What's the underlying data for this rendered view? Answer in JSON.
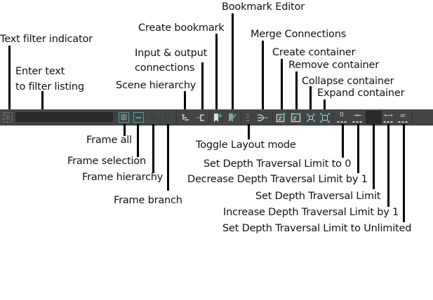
{
  "toolbar": {
    "filter_indicator_icon": "text-filter-indicator-icon",
    "filter_input": {
      "value": "",
      "placeholder": ""
    },
    "buttons": {
      "frame_all": {
        "icon": "frame-all-icon",
        "tooltip": "Frame all"
      },
      "frame_selection": {
        "icon": "frame-selection-icon",
        "tooltip": "Frame selection"
      },
      "frame_hierarchy": {
        "icon": "frame-hierarchy-icon",
        "tooltip": "Frame hierarchy"
      },
      "frame_branch": {
        "icon": "frame-branch-icon",
        "tooltip": "Frame branch"
      },
      "scene_hierarchy": {
        "icon": "scene-hierarchy-icon",
        "tooltip": "Scene hierarchy"
      },
      "input_output": {
        "icon": "input-output-connections-icon",
        "tooltip": "Input & output connections"
      },
      "create_bookmark": {
        "icon": "create-bookmark-icon",
        "tooltip": "Create bookmark"
      },
      "bookmark_editor": {
        "icon": "bookmark-editor-icon",
        "tooltip": "Bookmark Editor"
      },
      "toggle_layout": {
        "icon": "toggle-layout-icon",
        "tooltip": "Toggle Layout mode"
      },
      "merge_connections": {
        "icon": "merge-connections-icon",
        "tooltip": "Merge Connections"
      },
      "create_container": {
        "icon": "create-container-icon",
        "tooltip": "Create container"
      },
      "remove_container": {
        "icon": "remove-container-icon",
        "tooltip": "Remove container"
      },
      "collapse_container": {
        "icon": "collapse-container-icon",
        "tooltip": "Collapse container"
      },
      "expand_container": {
        "icon": "expand-container-icon",
        "tooltip": "Expand container"
      },
      "depth_zero": {
        "icon": "depth-zero-icon",
        "glyph": "0",
        "tooltip": "Set Depth Traversal Limit to 0"
      },
      "depth_decrease": {
        "icon": "depth-decrease-icon",
        "glyph": "→←",
        "tooltip": "Decrease Depth Traversal Limit by 1"
      },
      "depth_set": {
        "value": "",
        "tooltip": "Set Depth Traversal Limit"
      },
      "depth_increase": {
        "icon": "depth-increase-icon",
        "glyph": "←→",
        "tooltip": "Increase Depth Traversal Limit by 1"
      },
      "depth_unlimited": {
        "icon": "depth-unlimited-icon",
        "glyph": "∞",
        "tooltip": "Set Depth Traversal Limit to Unlimited"
      }
    },
    "accent_color": "#3fa6a6"
  },
  "callouts": {
    "text_filter_indicator": "Text filter indicator",
    "enter_text_1": "Enter text",
    "enter_text_2": "to filter listing",
    "create_bookmark": "Create bookmark",
    "bookmark_editor": "Bookmark Editor",
    "input_output_1": "Input & output",
    "input_output_2": "connections",
    "scene_hierarchy": "Scene hierarchy",
    "merge_connections": "Merge Connections",
    "create_container": "Create container",
    "remove_container": "Remove container",
    "collapse_container": "Collapse container",
    "expand_container": "Expand container",
    "frame_all": "Frame all",
    "frame_selection": "Frame selection",
    "frame_hierarchy": "Frame hierarchy",
    "frame_branch": "Frame branch",
    "toggle_layout": "Toggle Layout mode",
    "depth_zero": "Set Depth Traversal Limit to 0",
    "depth_decrease": "Decrease Depth Traversal Limit by 1",
    "depth_set": "Set Depth Traversal Limit",
    "depth_increase": "Increase Depth Traversal Limit by 1",
    "depth_unlimited": "Set Depth Traversal Limit to Unlimited"
  }
}
